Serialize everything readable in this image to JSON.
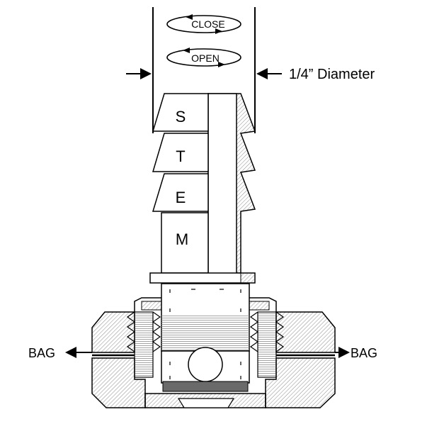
{
  "labels": {
    "close": "CLOSE",
    "open": "OPEN",
    "diameter": "1/4” Diameter",
    "stem_letters": [
      "S",
      "T",
      "E",
      "M"
    ],
    "bag_left": "BAG",
    "bag_right": "BAG"
  },
  "icons": {
    "rotate_close": "rotate-arrow-icon",
    "rotate_open": "rotate-arrow-icon"
  },
  "colors": {
    "line": "#000000",
    "hatch": "#8c8c8c",
    "gasket": "#6a6a6a",
    "paper": "#ffffff"
  }
}
